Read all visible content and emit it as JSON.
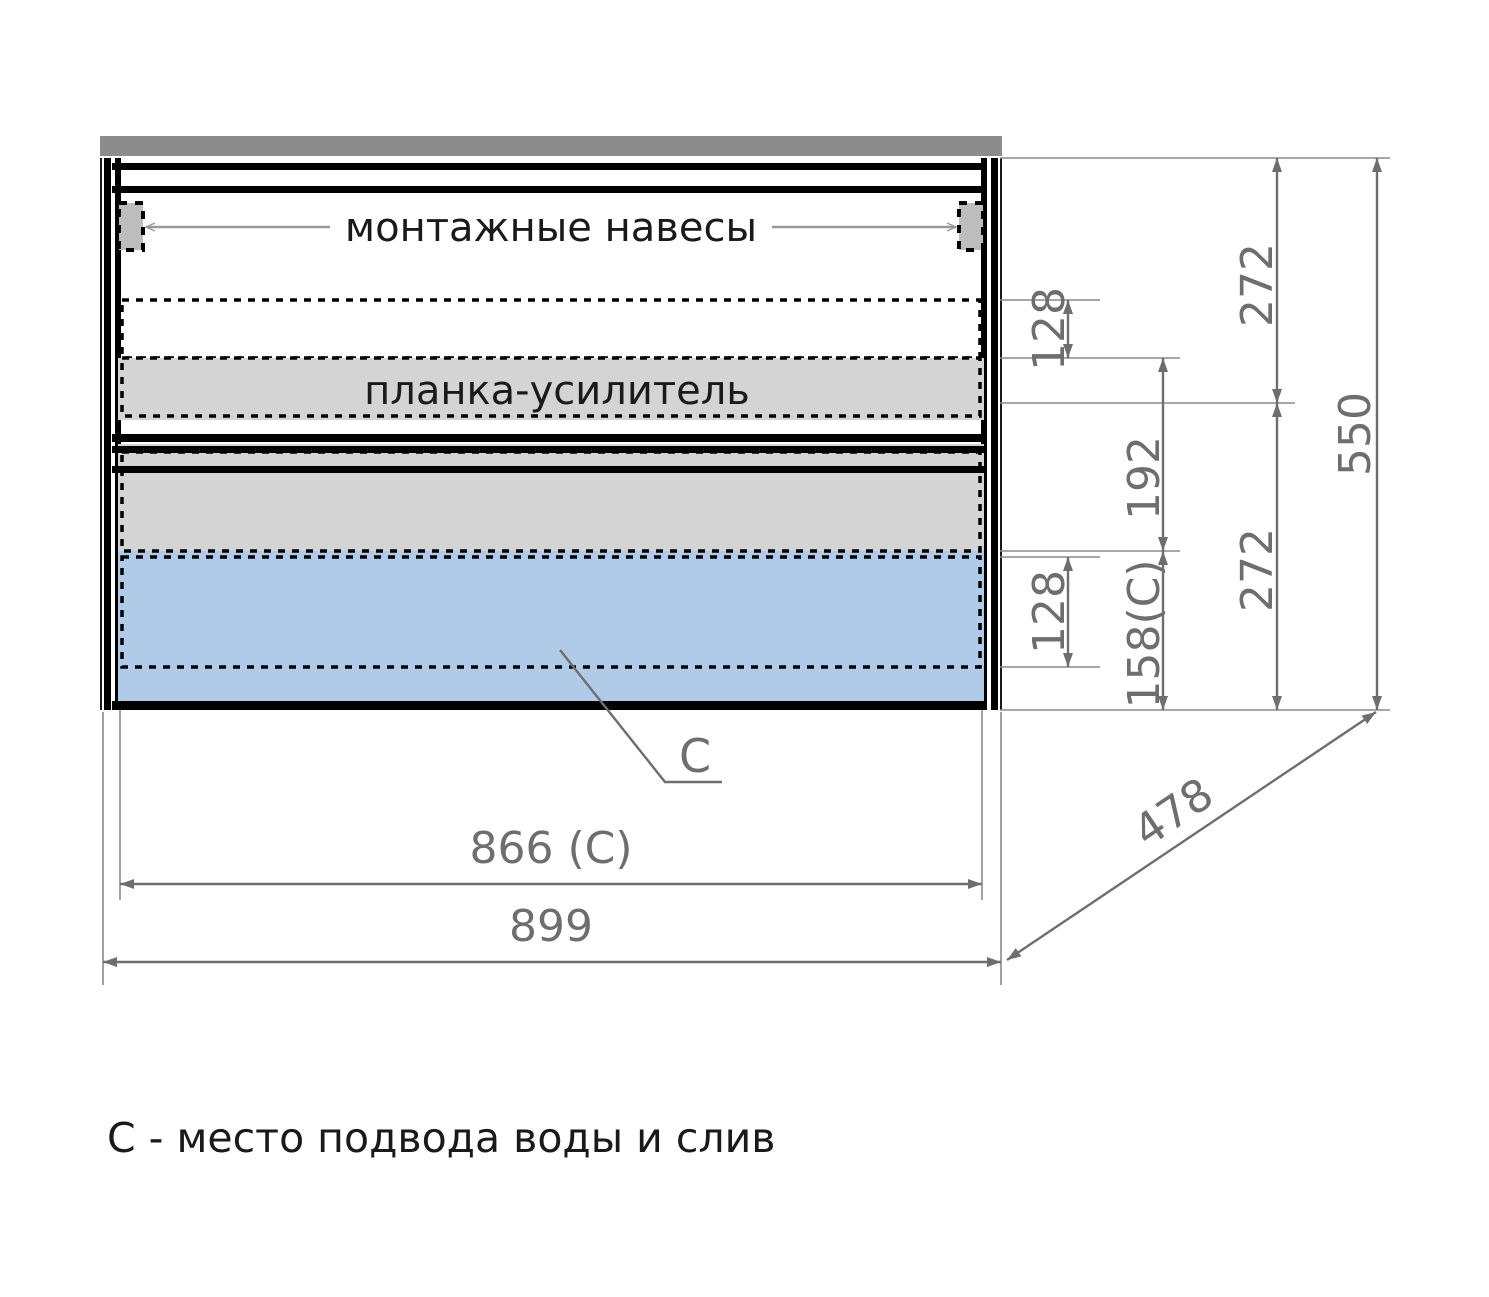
{
  "drawing": {
    "title_labels": {
      "mounting_brackets": "монтажные навесы",
      "reinforcement_strip": "планка-усилитель"
    },
    "callouts": {
      "c_marker": "C",
      "legend": "С - место подвода воды и слив"
    },
    "dimensions": {
      "width_inner": "866 (C)",
      "width_outer": "899",
      "depth_diagonal": "478",
      "height_total": "550",
      "upper_section": "272",
      "lower_section": "272",
      "upper_drawer_inner": "128",
      "lower_drawer_inner": "128",
      "middle_gap": "192",
      "bottom_offset": "158(C)"
    },
    "colors": {
      "countertop": "#8c8c8c",
      "body_outline": "#000000",
      "gray_fill": "#d4d4d4",
      "blue_fill": "#b0cbe8",
      "dim_line": "#6e6e6e",
      "background": "#ffffff"
    }
  }
}
